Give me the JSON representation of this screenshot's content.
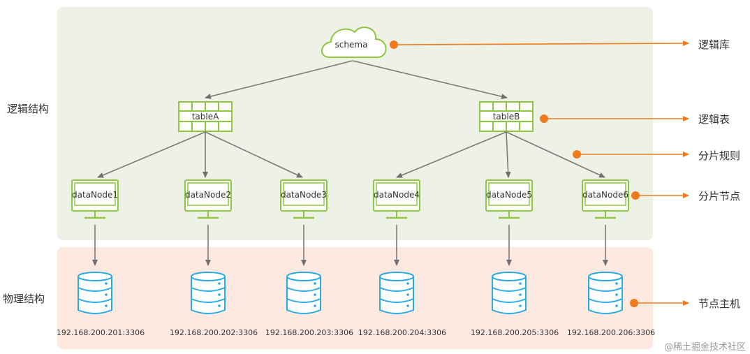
{
  "regions": {
    "logical_label": "逻辑结构",
    "physical_label": "物理结构"
  },
  "legend": [
    {
      "id": "schema",
      "label": "逻辑库"
    },
    {
      "id": "table",
      "label": "逻辑表"
    },
    {
      "id": "rule",
      "label": "分片规则"
    },
    {
      "id": "node",
      "label": "分片节点"
    },
    {
      "id": "host",
      "label": "节点主机"
    }
  ],
  "schema": {
    "label": "schema"
  },
  "tables": [
    {
      "label": "tableA"
    },
    {
      "label": "tableB"
    }
  ],
  "data_nodes": [
    {
      "label": "dataNode1",
      "host": "192.168.200.201:3306"
    },
    {
      "label": "dataNode2",
      "host": "192.168.200.202:3306"
    },
    {
      "label": "dataNode3",
      "host": "192.168.200.203:3306"
    },
    {
      "label": "dataNode4",
      "host": "192.168.200.204:3306"
    },
    {
      "label": "dataNode5",
      "host": "192.168.200.205:3306"
    },
    {
      "label": "dataNode6",
      "host": "192.168.200.206:3306"
    }
  ],
  "colors": {
    "logical_bg": "#eef2e6",
    "physical_bg": "#fde9df",
    "green": "#8dc63f",
    "blue": "#29abe2",
    "orange": "#ee7c1e",
    "arrow": "#7a7a7a"
  },
  "watermark": "@稀土掘金技术社区"
}
